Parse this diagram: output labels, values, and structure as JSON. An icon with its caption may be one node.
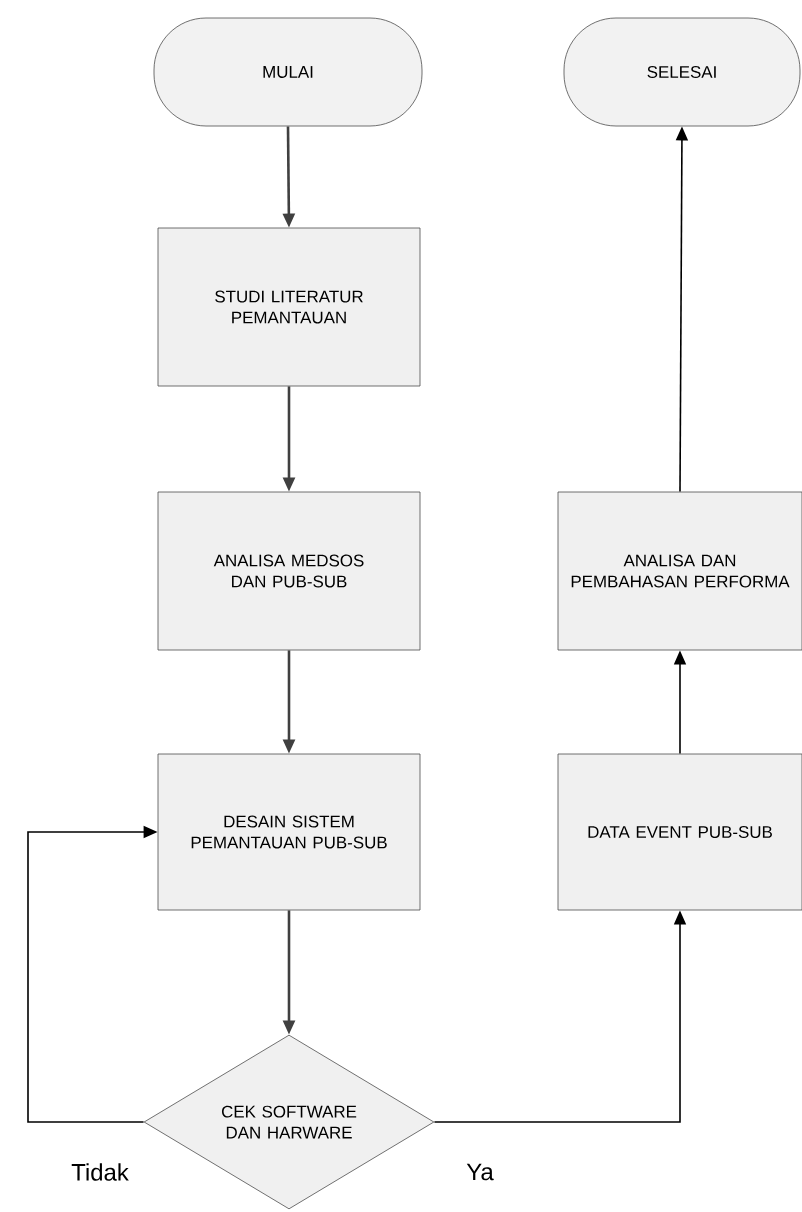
{
  "diagram": {
    "nodes": [
      {
        "text": [
          "MULAI"
        ]
      },
      {
        "text": [
          "SELESAI"
        ]
      },
      {
        "text": [
          "STUDI LITERATUR PEMANTAUAN"
        ]
      },
      {
        "text": [
          "ANALISA MEDSOS DAN PUB-SUB"
        ]
      },
      {
        "text": [
          "DESAIN SISTEM PEMANTAUAN PUB-SUB"
        ]
      },
      {
        "text": [
          "CEK SOFTWARE DAN HARWARE"
        ]
      },
      {
        "text": [
          "DATA EVENT PUB-SUB"
        ]
      },
      {
        "text": [
          "ANALISA DAN PEMBAHASAN PERFORMA"
        ]
      }
    ],
    "edges": [
      {
        "from": 0,
        "to": 2,
        "arrow": "to",
        "color": "#404040"
      },
      {
        "from": 2,
        "to": 3,
        "arrow": "to",
        "color": "#404040"
      },
      {
        "from": 3,
        "to": 4,
        "arrow": "to",
        "color": "#404040"
      },
      {
        "from": 4,
        "to": 5,
        "arrow": "to",
        "color": "#404040"
      },
      {
        "from": 5,
        "to": 4,
        "arrow": "to",
        "label": "Tidak"
      },
      {
        "from": 5,
        "to": 6,
        "arrow": "to",
        "label": "Ya"
      },
      {
        "from": 6,
        "to": 7,
        "arrow": "to"
      },
      {
        "from": 7,
        "to": 1,
        "arrow": "to"
      }
    ]
  }
}
